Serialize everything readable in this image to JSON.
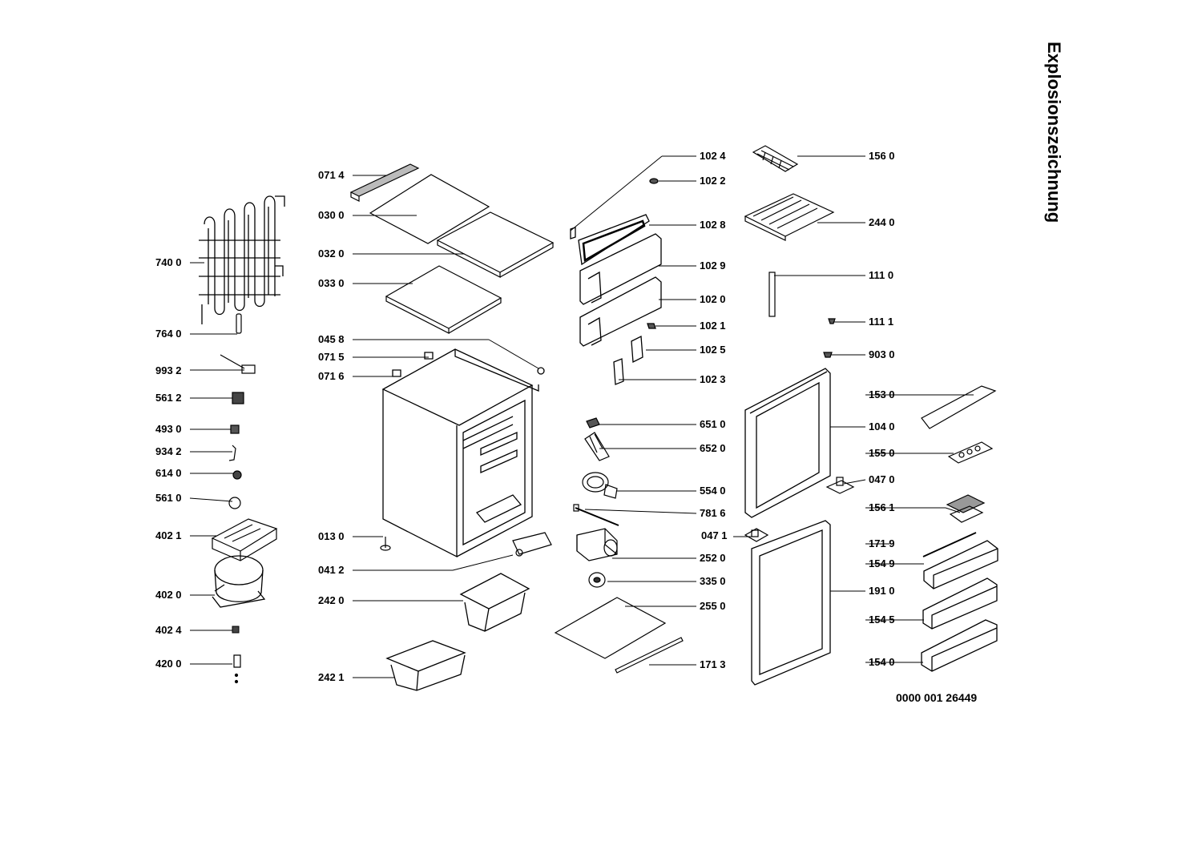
{
  "title": "Explosionszeichnung",
  "doc_number": "0000 001 26449",
  "labels": {
    "l7400": "740 0",
    "l7640": "764 0",
    "l9932": "993 2",
    "l5612": "561 2",
    "l4930": "493 0",
    "l9342": "934 2",
    "l6140": "614 0",
    "l5610": "561 0",
    "l4021": "402 1",
    "l4020": "402 0",
    "l4024": "402 4",
    "l4200": "420 0",
    "l0714": "071 4",
    "l0300": "030 0",
    "l0320": "032 0",
    "l0330": "033 0",
    "l0458": "045 8",
    "l0715": "071 5",
    "l0716": "071 6",
    "l0130": "013 0",
    "l0412": "041 2",
    "l2420": "242 0",
    "l2421": "242 1",
    "l1024": "102 4",
    "l1022": "102 2",
    "l1028": "102 8",
    "l1029": "102 9",
    "l1020": "102 0",
    "l1021": "102 1",
    "l1025": "102 5",
    "l1023": "102 3",
    "l6510": "651 0",
    "l6520": "652 0",
    "l5540": "554 0",
    "l7816": "781 6",
    "l0471": "047 1",
    "l2520": "252 0",
    "l3350": "335 0",
    "l2550": "255 0",
    "l1713": "171 3",
    "l1560": "156 0",
    "l2440": "244 0",
    "l1110": "111 0",
    "l1111": "111 1",
    "l9030": "903 0",
    "l1530": "153 0",
    "l1040": "104 0",
    "l1550": "155 0",
    "l0470": "047 0",
    "l1561": "156 1",
    "l1719": "171 9",
    "l1549": "154 9",
    "l1910": "191 0",
    "l1545": "154 5",
    "l1540": "154 0"
  }
}
